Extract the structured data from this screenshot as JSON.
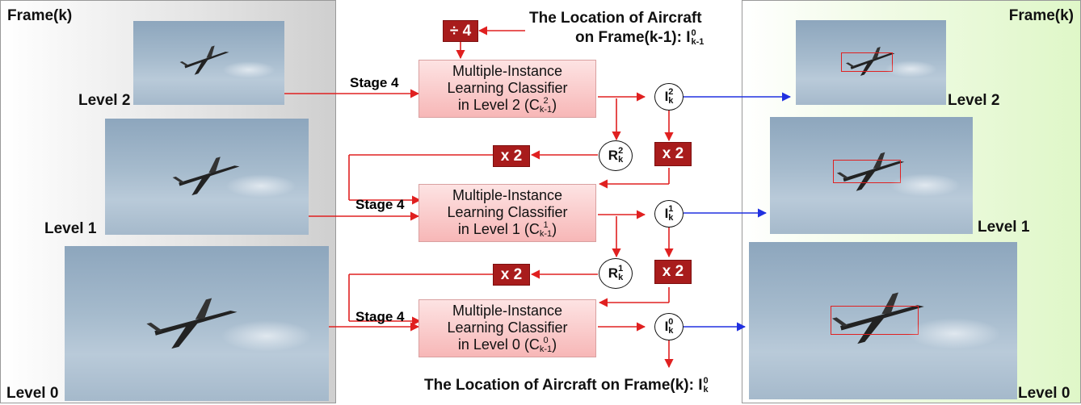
{
  "left_panel": {
    "title": "Frame(k)",
    "levels": [
      "Level 2",
      "Level 1",
      "Level 0"
    ]
  },
  "right_panel": {
    "title": "Frame(k)",
    "levels": [
      "Level 2",
      "Level 1",
      "Level 0"
    ]
  },
  "top_input": {
    "line1": "The Location of Aircraft",
    "line2": "on Frame(k-1): ",
    "symbol": "I",
    "sup": "0",
    "sub": "k-1"
  },
  "divide_box": "÷ 4",
  "stages": [
    "Stage 4",
    "Stage 4",
    "Stage 4"
  ],
  "classifiers": [
    {
      "line1": "Multiple-Instance",
      "line2": "Learning Classifier",
      "line3": "in Level 2  (C",
      "sup": "2",
      "sub": "k-1",
      "close": ")"
    },
    {
      "line1": "Multiple-Instance",
      "line2": "Learning Classifier",
      "line3": "in Level  1  (C",
      "sup": "1",
      "sub": "k-1",
      "close": ")"
    },
    {
      "line1": "Multiple-Instance",
      "line2": "Learning Classifier",
      "line3": "in Level  0  (C",
      "sup": "0",
      "sub": "k-1",
      "close": ")"
    }
  ],
  "outputs_I": [
    {
      "symbol": "I",
      "sup": "2",
      "sub": "k"
    },
    {
      "symbol": "I",
      "sup": "1",
      "sub": "k"
    },
    {
      "symbol": "I",
      "sup": "0",
      "sub": "k"
    }
  ],
  "outputs_R": [
    {
      "symbol": "R",
      "sup": "2",
      "sub": "k"
    },
    {
      "symbol": "R",
      "sup": "1",
      "sub": "k"
    }
  ],
  "multiply_label": "x 2",
  "bottom_output": {
    "text": "The Location of Aircraft on Frame(k): ",
    "symbol": "I",
    "sup": "0",
    "sub": "k"
  },
  "colors": {
    "arrow_red": "#e02020",
    "arrow_blue": "#2030e0",
    "box_red": "#a81c1c",
    "classifier_fill": "#f7b7b7"
  },
  "icons": [
    "aircraft-icon"
  ]
}
